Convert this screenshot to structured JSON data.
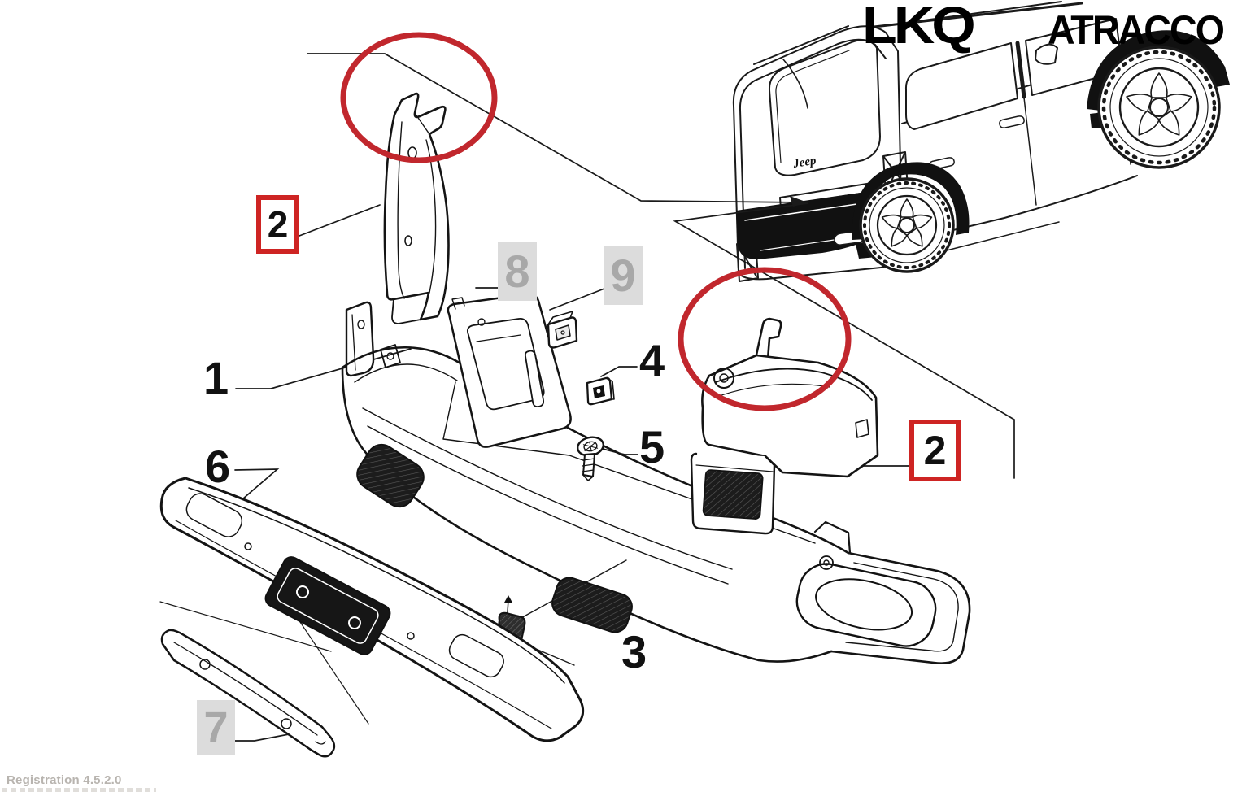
{
  "branding": {
    "logo_primary": "LKQ",
    "logo_secondary": "ATRACCO"
  },
  "car": {
    "badge": "Jeep"
  },
  "callouts": {
    "part1": "1",
    "part2_left": "2",
    "part2_right": "2",
    "part3": "3",
    "part4": "4",
    "part5": "5",
    "part6": "6",
    "part7": "7",
    "part8": "8",
    "part9": "9"
  },
  "highlights": {
    "circle_color": "#C1272D",
    "box_border_color": "#CE2423"
  },
  "label_styles": {
    "gray_box_background": "#DCDCDC",
    "gray_box_text": "#A8A8A8",
    "plain_text": "#111111",
    "line_color": "#1a1a1a"
  },
  "footer": {
    "registration": "Registration 4.5.2.0"
  }
}
